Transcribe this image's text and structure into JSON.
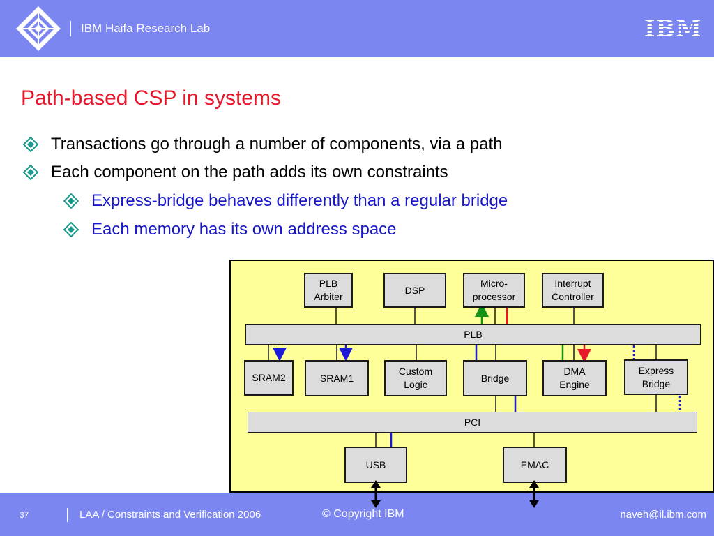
{
  "header": {
    "lab_name": "IBM Haifa Research Lab",
    "brand_logo": "IBM",
    "background_color": "#7b86f1"
  },
  "slide": {
    "title": "Path-based CSP in systems",
    "title_color": "#e8182b",
    "bullets": [
      {
        "text": "Transactions go through a number of components, via a path",
        "level": 1
      },
      {
        "text": "Each component on the path adds its own constraints",
        "level": 1
      },
      {
        "text": "Express-bridge behaves differently than a regular bridge",
        "level": 2
      },
      {
        "text": "Each memory has its own address space",
        "level": 2
      }
    ],
    "bullet_icon": "diamond-bullet-icon",
    "sub_bullet_color": "#1818c8"
  },
  "diagram": {
    "background_color": "#ffff99",
    "top_components": [
      "PLB\nArbiter",
      "DSP",
      "Micro-\nprocessor",
      "Interrupt\nController"
    ],
    "plb_bus_label": "PLB",
    "mid_components": [
      "SRAM2",
      "SRAM1",
      "Custom\nLogic",
      "Bridge",
      "DMA\nEngine",
      "Express\nBridge"
    ],
    "pci_bus_label": "PCI",
    "bottom_components": [
      "USB",
      "EMAC"
    ],
    "path_colors": {
      "red": "#e8182b",
      "green": "#149014",
      "blue_solid": "#1a1ad8",
      "blue_dotted": "#1a1ad8"
    }
  },
  "footer": {
    "page_number": "37",
    "event": "LAA / Constraints and Verification 2006",
    "copyright": "© Copyright IBM",
    "email": "naveh@il.ibm.com"
  }
}
